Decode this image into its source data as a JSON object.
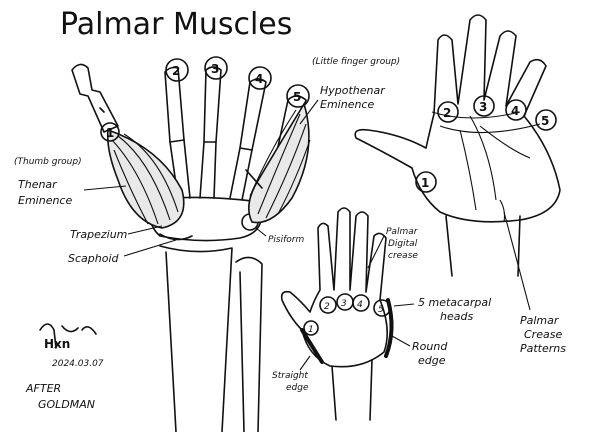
{
  "title": "Palmar Muscles",
  "labels": {
    "little_finger_group": "(Little finger group)",
    "hypothenar": "Hypothenar",
    "eminence_right": "Eminence",
    "thumb_group": "(Thumb group)",
    "thenar": "Thenar",
    "eminence_left": "Eminence",
    "trapezium": "Trapezium",
    "scaphoid": "Scaphoid",
    "pisiform": "Pisiform",
    "palmar_digital_crease": "Palmar Digital crease",
    "metacarpal_heads": "5 metacarpal heads",
    "round_edge": "Round edge",
    "straight_edge": "Straight edge",
    "palmar_crease_patterns": "Palmar Crease Patterns"
  },
  "numbers": {
    "n1": "1",
    "n2": "2",
    "n3": "3",
    "n4": "4",
    "n5": "5"
  },
  "signature": {
    "initials": "Hxn",
    "date": "2024.03.07",
    "after": "AFTER",
    "artist": "GOLDMAN"
  }
}
